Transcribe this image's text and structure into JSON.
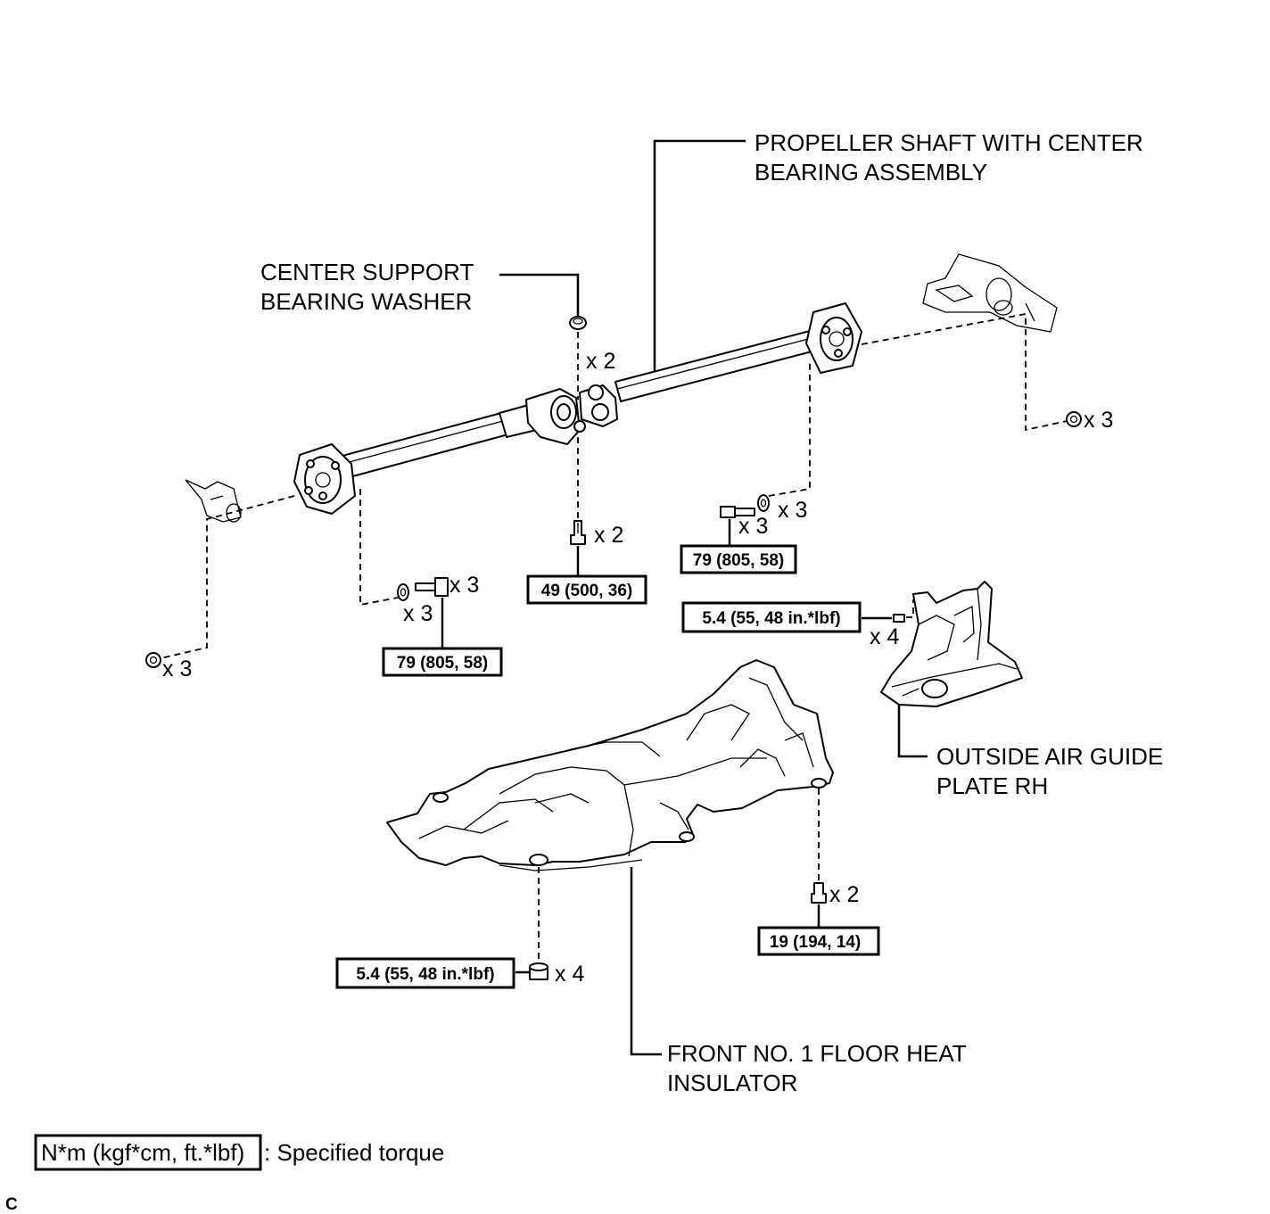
{
  "labels": {
    "propeller_shaft": [
      "PROPELLER SHAFT WITH CENTER",
      "BEARING ASSEMBLY"
    ],
    "center_support_washer": [
      "CENTER SUPPORT",
      "BEARING WASHER"
    ],
    "outside_air_guide": [
      "OUTSIDE AIR GUIDE",
      "PLATE RH"
    ],
    "floor_heat_insulator": [
      "FRONT NO. 1 FLOOR HEAT",
      "INSULATOR"
    ]
  },
  "quantities": {
    "washer": "x 2",
    "center_bolt": "x 2",
    "rear_nut": "x 3",
    "rear_bolt": "x 3",
    "rear_washer": "x 3",
    "front_bolt": "x 3",
    "front_washer": "x 3",
    "front_nut": "x 3",
    "guide_bolt": "x 4",
    "insulator_bolt": "x 2",
    "insulator_nut": "x 4"
  },
  "torques": {
    "center_bolt": "49 (500, 36)",
    "rear_bolt": "79 (805, 58)",
    "front_bolt": "79 (805, 58)",
    "guide_bolt": "5.4 (55, 48 in.*lbf)",
    "insulator_bolt": "19 (194, 14)",
    "insulator_nut": "5.4 (55, 48 in.*lbf)"
  },
  "legend": {
    "box_text": "N*m (kgf*cm, ft.*lbf)",
    "description": ": Specified torque"
  },
  "corner_mark": "C"
}
